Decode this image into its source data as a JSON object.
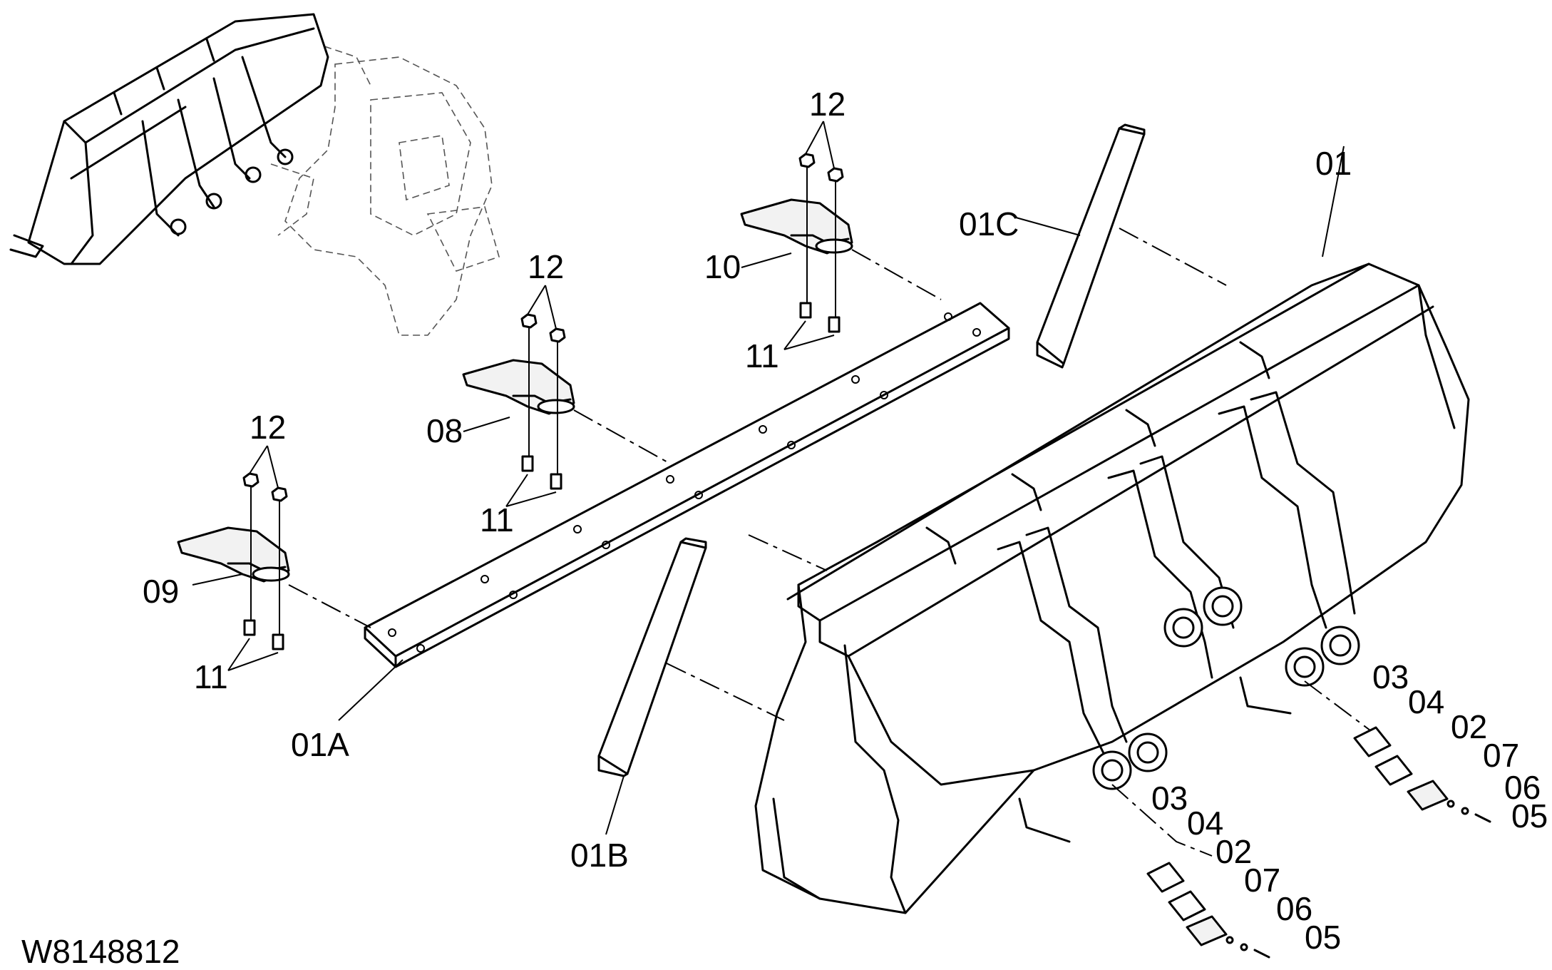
{
  "drawing_id": "W8148812",
  "labels": {
    "p01": "01",
    "p01a": "01A",
    "p01b": "01B",
    "p01c": "01C",
    "p02": "02",
    "p03": "03",
    "p04": "04",
    "p05": "05",
    "p06": "06",
    "p07": "07",
    "p08": "08",
    "p09": "09",
    "p10": "10",
    "p11": "11",
    "p12": "12"
  }
}
